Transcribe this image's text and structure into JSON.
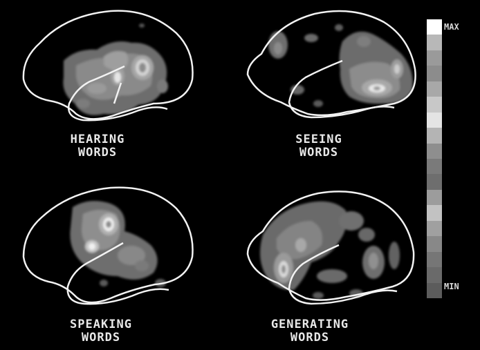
{
  "panels": [
    {
      "line1": "HEARING",
      "line2": "WORDS"
    },
    {
      "line1": "SEEING",
      "line2": "WORDS"
    },
    {
      "line1": "SPEAKING",
      "line2": "WORDS"
    },
    {
      "line1": "GENERATING",
      "line2": "WORDS"
    }
  ],
  "scale": {
    "max_label": "MAX",
    "min_label": "MIN",
    "colors": [
      "#ffffff",
      "#b8b8b8",
      "#9a9a9a",
      "#8c8c8c",
      "#a8a8a8",
      "#c8c8c8",
      "#e4e4e4",
      "#b4b4b4",
      "#8e8e8e",
      "#7a7a7a",
      "#6e6e6e",
      "#9c9c9c",
      "#c2c2c2",
      "#a0a0a0",
      "#888888",
      "#767676",
      "#6a6a6a",
      "#5c5c5c"
    ]
  }
}
